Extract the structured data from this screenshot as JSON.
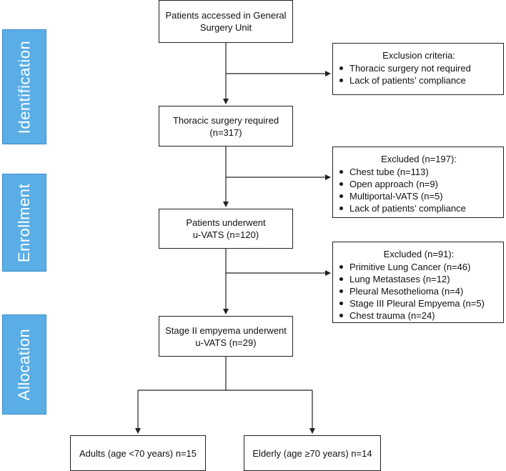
{
  "stages": [
    "Identification",
    "Enrollment",
    "Allocation"
  ],
  "main_flow": [
    [
      "Patients accessed in General",
      "Surgery Unit"
    ],
    [
      "Thoracic surgery required",
      "(n=317)"
    ],
    [
      "Patients underwent",
      "u-VATS (n=120)"
    ],
    [
      "Stage II empyema underwent",
      "u-VATS (n=29)"
    ]
  ],
  "side_boxes": [
    {
      "title": "Exclusion criteria:",
      "items": [
        "Thoracic surgery not required",
        "Lack of patients’ compliance"
      ]
    },
    {
      "title": "Excluded (n=197):",
      "items": [
        "Chest tube (n=113)",
        "Open approach (n=9)",
        "Multiportal-VATS (n=5)",
        "Lack of patients’ compliance"
      ]
    },
    {
      "title": "Excluded (n=91):",
      "items": [
        "Primitive Lung Cancer (n=46)",
        "Lung Metastases (n=12)",
        "Pleural Mesothelioma (n=4)",
        "Stage III Pleural Empyema (n=5)",
        "Chest trauma (n=24)"
      ]
    }
  ],
  "groups": [
    "Adults (age <70 years) n=15",
    "Elderly (age ≥70 years) n=14"
  ],
  "colors": {
    "stage_tab": "#5aaee5",
    "line": "#222222"
  }
}
